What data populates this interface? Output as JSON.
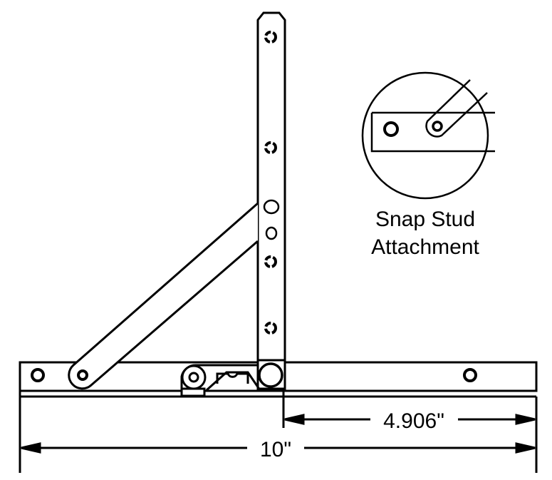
{
  "diagram": {
    "subject": "Window casement hinge (stay arm)",
    "detail_caption": {
      "line1": "Snap Stud",
      "line2": "Attachment"
    },
    "dimensions": {
      "overall_length": "10\"",
      "partial_length": "4.906\""
    },
    "colors": {
      "line": "#000000",
      "background": "#ffffff"
    }
  }
}
